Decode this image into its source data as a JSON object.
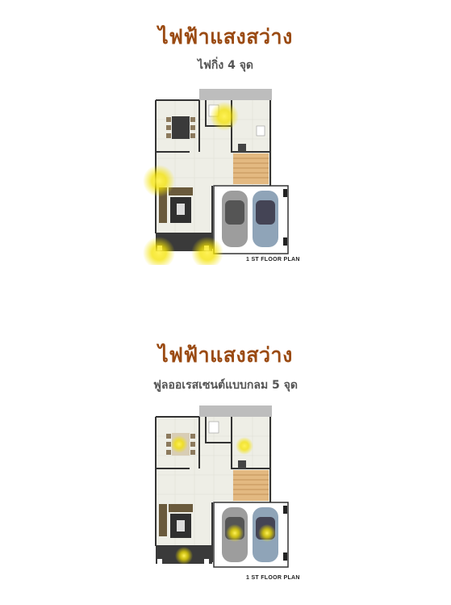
{
  "plans": [
    {
      "title": "ไฟฟ้าแสงสว่าง",
      "subtitle": "ไฟกิ่ง 4 จุด",
      "caption": "1 ST FLOOR PLAN"
    },
    {
      "title": "ไฟฟ้าแสงสว่าง",
      "subtitle": "ฟูลออเรสเซนต์แบบกลม 5 จุด",
      "caption": "1 ST FLOOR PLAN"
    }
  ],
  "colors": {
    "title": "#9a4a12",
    "subtitle": "#555555",
    "light_glow": "#f4e200"
  }
}
